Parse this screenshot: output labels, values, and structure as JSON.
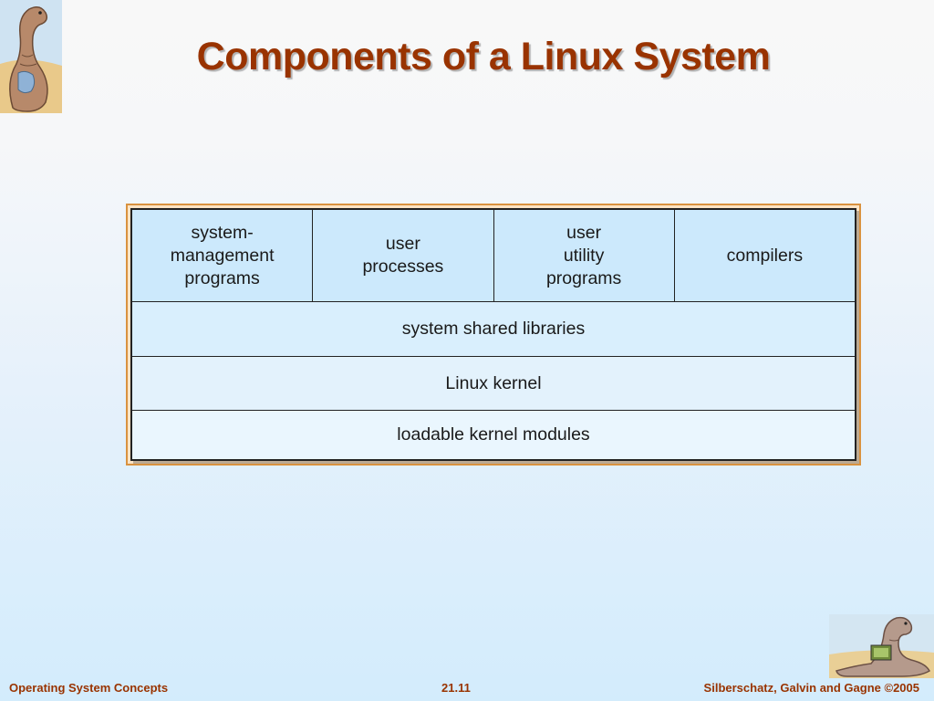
{
  "slide": {
    "title": "Components of a Linux System"
  },
  "diagram": {
    "top_row": [
      "system-\nmanagement\nprograms",
      "user\nprocesses",
      "user\nutility\nprograms",
      "compilers"
    ],
    "layers": [
      "system shared libraries",
      "Linux kernel",
      "loadable kernel modules"
    ]
  },
  "footer": {
    "left": "Operating System Concepts",
    "center": "21.11",
    "right": "Silberschatz, Galvin and Gagne ©2005"
  },
  "colors": {
    "title": "#993300",
    "frame": "#d9923f",
    "cell_fill": "#cce9fc"
  }
}
